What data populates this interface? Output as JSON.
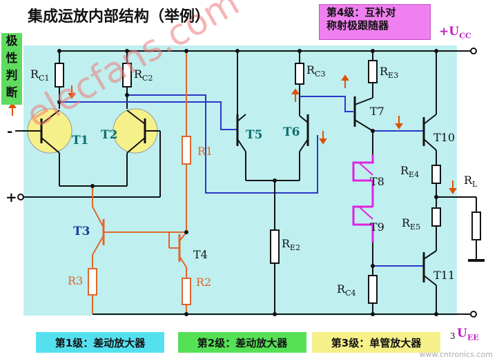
{
  "title": "集成运放内部结构（举例）",
  "stage4_label": [
    "第4级：互补对",
    "称射极跟随器"
  ],
  "polarity_label": [
    "极",
    "性",
    "判",
    "断"
  ],
  "supply_plus": "+U",
  "supply_plus_sub": "CC",
  "supply_minus": "U",
  "supply_minus_sub": "EE",
  "input_minus": "-",
  "input_plus": "+",
  "transistors": [
    "T1",
    "T2",
    "T3",
    "T4",
    "T5",
    "T6",
    "T7",
    "T8",
    "T9",
    "T10",
    "T11"
  ],
  "resistors": {
    "RC1": "R",
    "RC2": "R",
    "RC3": "R",
    "RE3": "R",
    "R1": "R1",
    "R2": "R2",
    "R3": "R3",
    "RE2": "R",
    "RE4": "R",
    "RE5": "R",
    "RC4": "R",
    "RL": "R"
  },
  "stages": [
    {
      "label": "第1级：差动放大器",
      "color": "#55e0f0"
    },
    {
      "label": "第2级：差动放大器",
      "color": "#55e055"
    },
    {
      "label": "第3级：单管放大器",
      "color": "#f6f08a"
    }
  ],
  "watermark": "elecfans.com",
  "footer": "www.cntronics.com",
  "stray_3": "3",
  "colors": {
    "background": "#bfefef",
    "wire_black": "#111111",
    "wire_blue": "#2a36c8",
    "wire_orange": "#e0662a",
    "wire_magenta": "#e020e0",
    "transistor_fill": "#f6f08a",
    "arrow": "#e05000"
  }
}
